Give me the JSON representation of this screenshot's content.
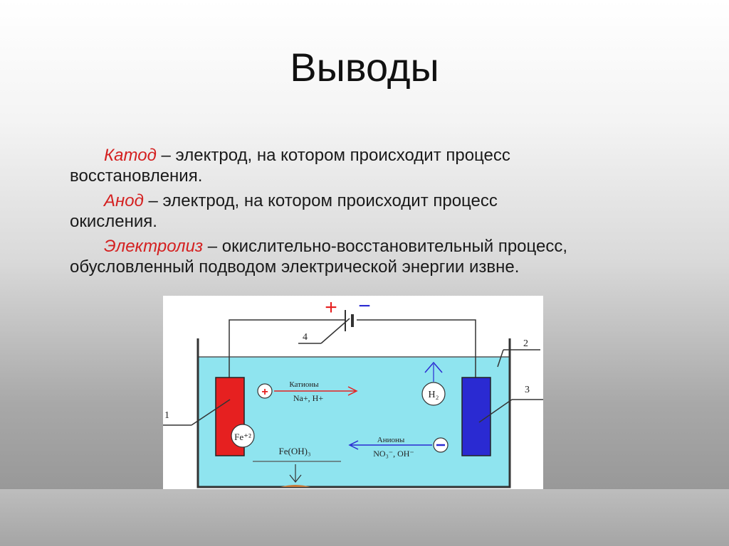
{
  "slide": {
    "title": "Выводы",
    "definitions": [
      {
        "term": "Катод",
        "text": " – электрод, на котором происходит процесс",
        "cont": "восстановления."
      },
      {
        "term": "Анод",
        "text": " – электрод, на котором происходит процесс",
        "cont": "окисления."
      },
      {
        "term": "Электролиз",
        "text": " – окислительно-восстановительный процесс,",
        "cont": "обусловленный подводом электрической энергии извне."
      }
    ]
  },
  "diagram": {
    "polarity": {
      "plus": "+",
      "minus": "−"
    },
    "labels": {
      "n1": "1",
      "n2": "2",
      "n3": "3",
      "n4": "4"
    },
    "cations": {
      "title": "Катионы",
      "ions": "Na+, H+"
    },
    "anions": {
      "title": "Анионы",
      "ions": "NO₃⁻, OH⁻"
    },
    "precipitate": "Fe(OH)₃",
    "gas": "H₂",
    "fe_ion": "Fe⁺²"
  },
  "colors": {
    "term": "#d42020",
    "electrolyte": "#8fe4ef",
    "left_electrode": "#e62020",
    "right_electrode": "#2a2ad2"
  }
}
